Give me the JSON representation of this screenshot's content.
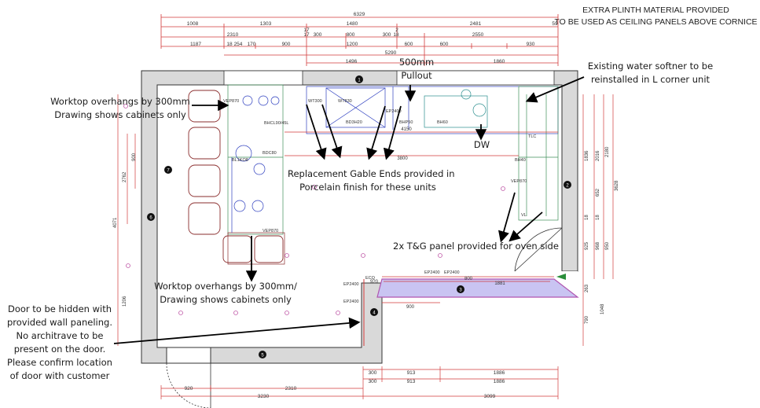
{
  "header_note": {
    "line1": "EXTRA PLINTH MATERIAL PROVIDED",
    "line2": "TO BE USED AS CEILING PANELS ABOVE CORNICE"
  },
  "callouts": {
    "pullout_line1": "500mm",
    "pullout_line2": "Pullout",
    "softener_line1": "Existing water softner to be",
    "softener_line2": "reinstalled in L corner unit",
    "overhang_top_line1": "Worktop overhangs by 300mm",
    "overhang_top_line2": "Drawing shows cabinets only",
    "gable_line1": "Replacement Gable Ends provided in",
    "gable_line2": "Porcelain finish for these units",
    "dw": "DW",
    "tg_panel": "2x T&G panel provided for oven side",
    "overhang_bottom_line1": "Worktop overhangs by 300mm/",
    "overhang_bottom_line2": "Drawing shows cabinets only",
    "door_line1": "Door to be hidden with",
    "door_line2": "provided wall paneling.",
    "door_line3": "No architrave to be",
    "door_line4": "present on the door.",
    "door_line5": "Please confirm location",
    "door_line6": "of door with customer"
  },
  "dimensions": {
    "top_row1": [
      "6329"
    ],
    "top_row2": [
      "1008",
      "1303",
      "1480",
      "2481",
      "59"
    ],
    "top_row3": [
      "17",
      "2"
    ],
    "top_row4": [
      "2310",
      "17",
      "300",
      "800",
      "300",
      "18",
      "2550"
    ],
    "top_row5": [
      "1187",
      "18",
      "254",
      "170",
      "900",
      "1200",
      "600",
      "600",
      "930"
    ],
    "top_row6": [
      "5290"
    ],
    "top_row7": [
      "1496",
      "1860"
    ],
    "inner_top": [
      "4150",
      "3800"
    ],
    "bottom_row1": [
      "300",
      "913",
      "1886"
    ],
    "bottom_row2": [
      "300",
      "913",
      "1886"
    ],
    "bottom_row3": [
      "920",
      "2310"
    ],
    "bottom_row4": [
      "3230",
      "3099"
    ],
    "right_col": [
      "1836",
      "2016",
      "2180",
      "3628",
      "652",
      "925",
      "968",
      "950",
      "790",
      "1048",
      "18",
      "18",
      "263"
    ],
    "left_col": [
      "2762",
      "900",
      "4071",
      "1206"
    ],
    "island": [
      "1881",
      "800",
      "900",
      "920"
    ]
  },
  "unit_codes": [
    "VEP870",
    "WT300",
    "WT830",
    "BD3H20",
    "EP2400",
    "BHP50",
    "BH60",
    "BHCL90/45L",
    "BDC80",
    "BL1KO8",
    "VEP870",
    "BH40",
    "VL",
    "EP2400",
    "EP2400",
    "EP2400",
    "EP2400",
    "ECQ",
    "VEP870",
    "TLC"
  ],
  "wall_markers": [
    "1",
    "2",
    "3",
    "4",
    "5",
    "6",
    "7"
  ],
  "colors": {
    "wall": "#d9d9d9",
    "wall_edge": "#333333",
    "dimension": "#d23a3a",
    "island_fill": "#c9c4f2",
    "island_edge": "#b055b0",
    "cabinet_blue": "#2e3fbf",
    "worktop_green": "#3f8f5a",
    "appliance_teal": "#2a8e8e",
    "chair_brown": "#8a2c2c",
    "arrow": "#000000",
    "light_fixture": "#c05aa8"
  }
}
